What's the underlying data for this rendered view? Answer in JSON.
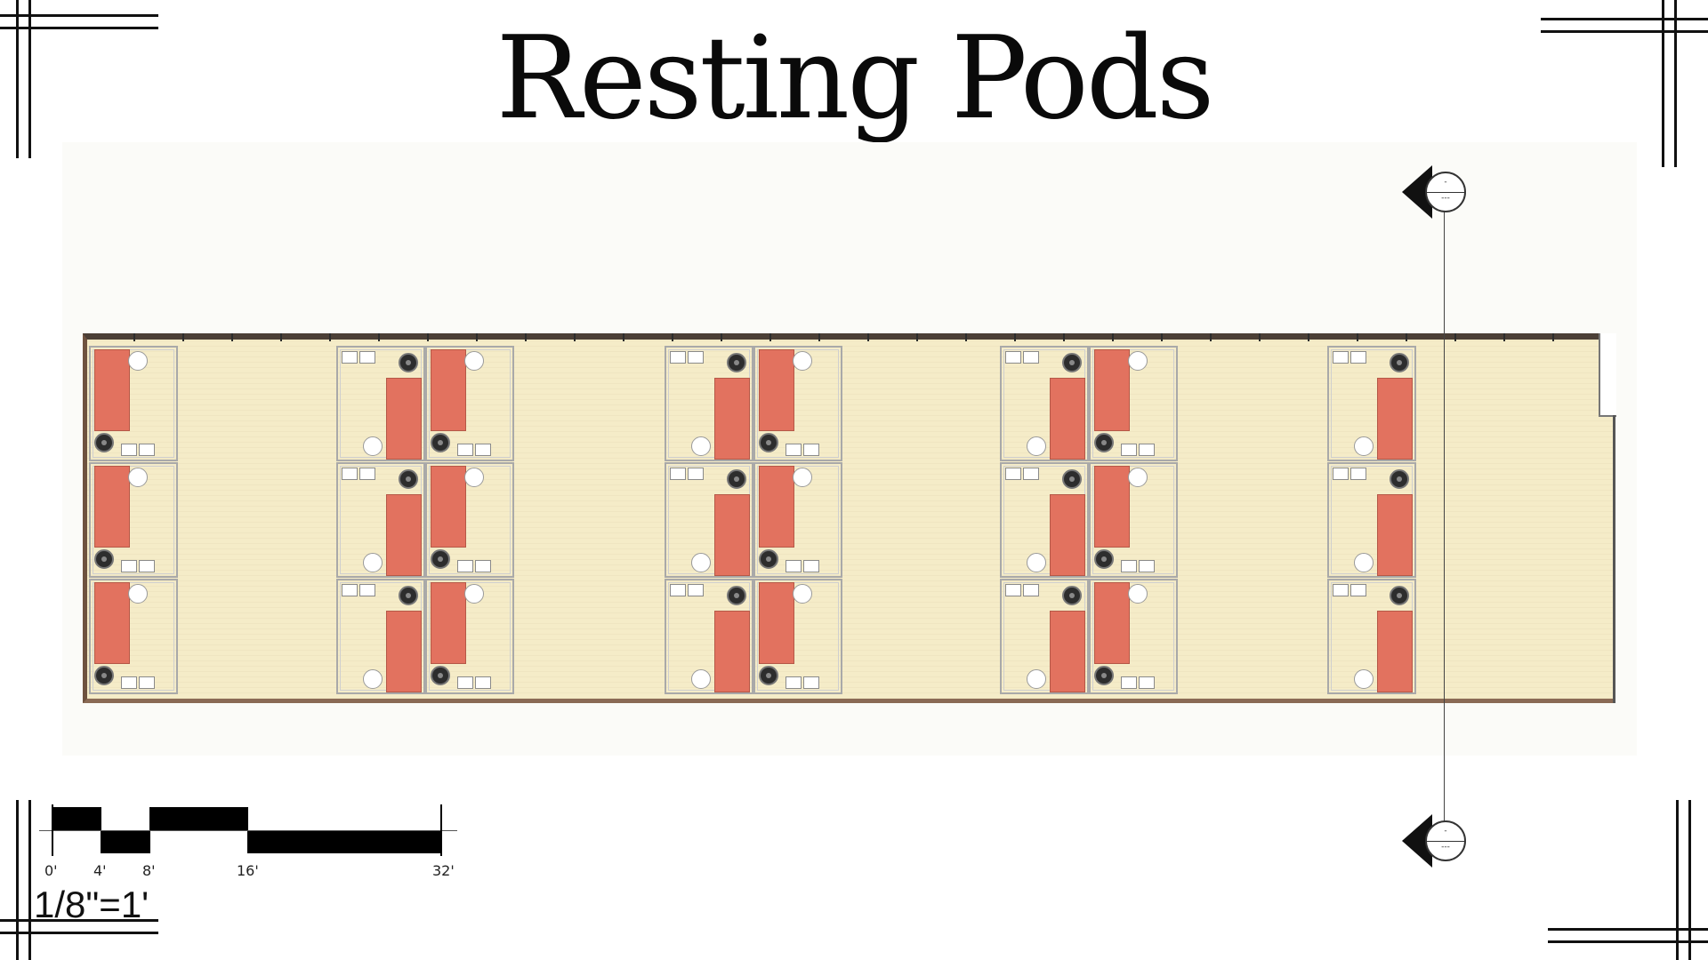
{
  "title": "Resting Pods",
  "scale": {
    "ticks": [
      "0'",
      "4'",
      "8'",
      "16'",
      "32'"
    ],
    "ratio": "1/8\"=1'"
  },
  "section_marker": {
    "top_label": "-",
    "bottom_label": "---"
  },
  "colors": {
    "bed": "#e2725f",
    "floor": "#f5ecc8",
    "wall": "#4b3f36"
  }
}
